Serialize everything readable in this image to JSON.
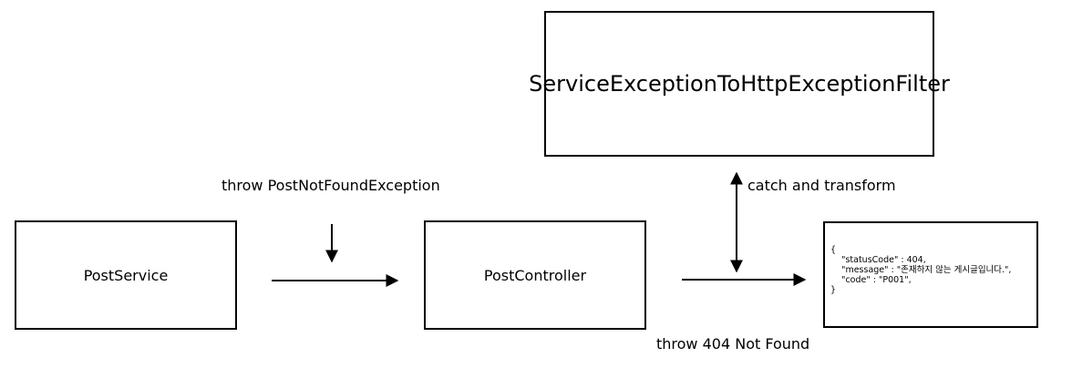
{
  "nodes": {
    "post_service": "PostService",
    "post_controller": "PostController",
    "filter": "ServiceExceptionToHttpExceptionFilter",
    "response_json": "{\n    \"statusCode\" : 404,\n    \"message\" : \"존재하지 않는 게시글입니다.\",\n    \"code\" : \"P001\",\n}"
  },
  "edges": {
    "throw_exception": "throw PostNotFoundException",
    "catch_transform": "catch and transform",
    "throw_404": "throw 404 Not Found"
  }
}
